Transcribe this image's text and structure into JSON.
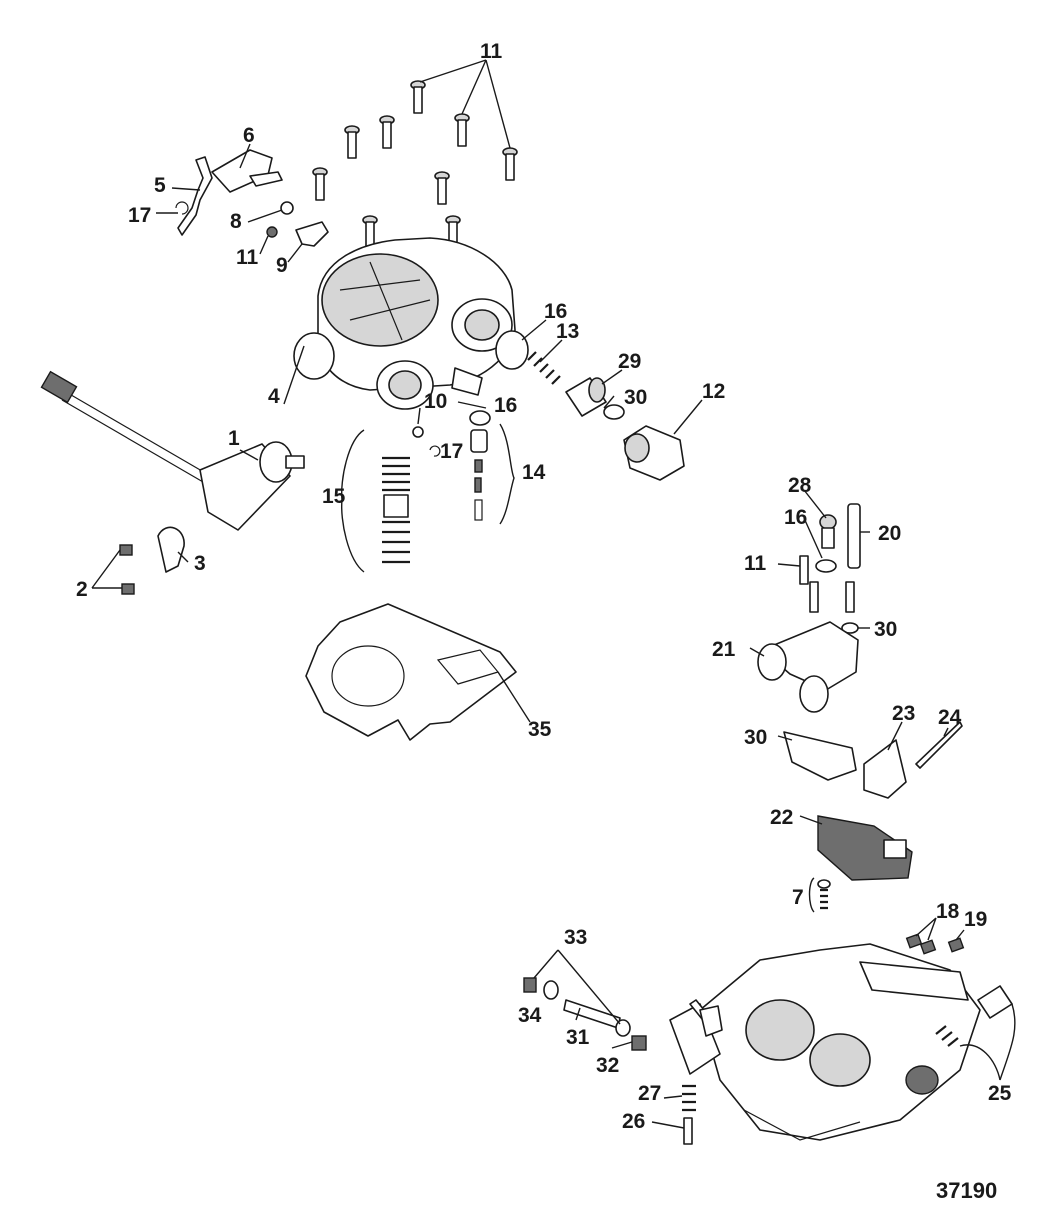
{
  "diagram": {
    "figure_number": "37190",
    "callouts": {
      "c1": "1",
      "c2": "2",
      "c3": "3",
      "c4": "4",
      "c5": "5",
      "c6": "6",
      "c7": "7",
      "c8": "8",
      "c9": "9",
      "c10": "10",
      "c11a": "11",
      "c11b": "11",
      "c11c": "11",
      "c12": "12",
      "c13": "13",
      "c14": "14",
      "c15": "15",
      "c16a": "16",
      "c16b": "16",
      "c16c": "16",
      "c17a": "17",
      "c17b": "17",
      "c18": "18",
      "c19": "19",
      "c20": "20",
      "c21": "21",
      "c22": "22",
      "c23": "23",
      "c24": "24",
      "c25": "25",
      "c26": "26",
      "c27": "27",
      "c28": "28",
      "c29": "29",
      "c30a": "30",
      "c30b": "30",
      "c30c": "30",
      "c31": "31",
      "c32": "32",
      "c33": "33",
      "c34": "34",
      "c35": "35"
    }
  }
}
